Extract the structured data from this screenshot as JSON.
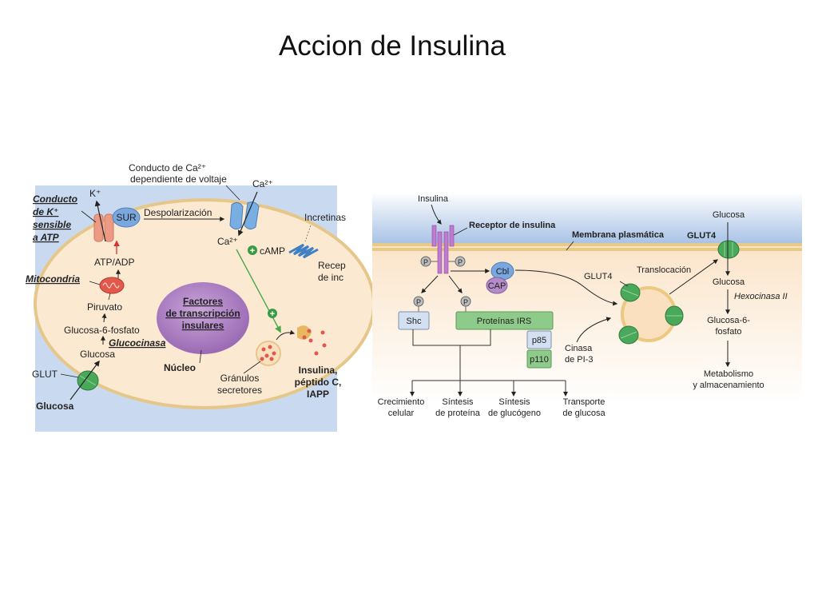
{
  "slide": {
    "title": "Accion de Insulina"
  },
  "left_diagram": {
    "k_channel_label": [
      "Conducto",
      "de K⁺",
      "sensible",
      "a ATP"
    ],
    "k_ion": "K⁺",
    "sur": "SUR",
    "depolarization": "Despolarización",
    "ca_channel_label": [
      "Conducto de Ca²⁺",
      "dependiente de voltaje"
    ],
    "ca_outside": "Ca²⁺",
    "ca_inside": "Ca²⁺",
    "camp": "cAMP",
    "incretins": "Incretinas",
    "incretin_receptor": [
      "Recep",
      "de inc"
    ],
    "atp_adp": "ATP/ADP",
    "mitochondria": "Mitocondria",
    "pyruvate": "Piruvato",
    "g6p": "Glucosa-6-fosfato",
    "glucokinase": "Glucocinasa",
    "glucose_in": "Glucosa",
    "glut": "GLUT",
    "glucose_out": "Glucosa",
    "nucleus_factors": [
      "Factores",
      "de transcripción",
      "insulares"
    ],
    "nucleus": "Núcleo",
    "granules": [
      "Gránulos",
      "secretores"
    ],
    "secreted": [
      "Insulina,",
      "péptido C,",
      "IAPP"
    ],
    "plus_symbol": "+"
  },
  "right_diagram": {
    "insulin": "Insulina",
    "receptor": "Receptor de insulina",
    "membrane": "Membrana plasmática",
    "p": "P",
    "cbl": "Cbl",
    "cap": "CAP",
    "shc": "Shc",
    "irs": "Proteínas IRS",
    "p85": "p85",
    "p110": "p110",
    "pi3k": [
      "Cinasa",
      "de PI-3"
    ],
    "glut4_vesicle": "GLUT4",
    "translocation": "Translocación",
    "glucose_top": "Glucosa",
    "glut4_membrane": "GLUT4",
    "glucose_in": "Glucosa",
    "hexokinase": "Hexocinasa II",
    "g6p": [
      "Glucosa-6-",
      "fosfato"
    ],
    "metabolism": [
      "Metabolismo",
      "y almacenamiento"
    ],
    "outcomes": [
      {
        "line1": "Crecimiento",
        "line2": "celular"
      },
      {
        "line1": "Síntesis",
        "line2": "de proteína"
      },
      {
        "line1": "Síntesis",
        "line2": "de glucógeno"
      },
      {
        "line1": "Transporte",
        "line2": "de glucosa"
      }
    ]
  },
  "colors": {
    "outside_blue": "#c9daf0",
    "cytoplasm": "#fbe9d2",
    "membrane": "#e9c98a",
    "k_channel": "#ec9a83",
    "sur": "#7aa8de",
    "ca_channel": "#78aee2",
    "nucleus": "#b48cc8",
    "mitochondria": "#e2584a",
    "glut_green": "#4aa85a",
    "receptor_purple": "#c07ad0",
    "irs_green": "#8ecb8a",
    "shc_blue": "#d3e0f2",
    "arrow_red": "#d9302b",
    "arrow_green": "#4aa84a"
  }
}
